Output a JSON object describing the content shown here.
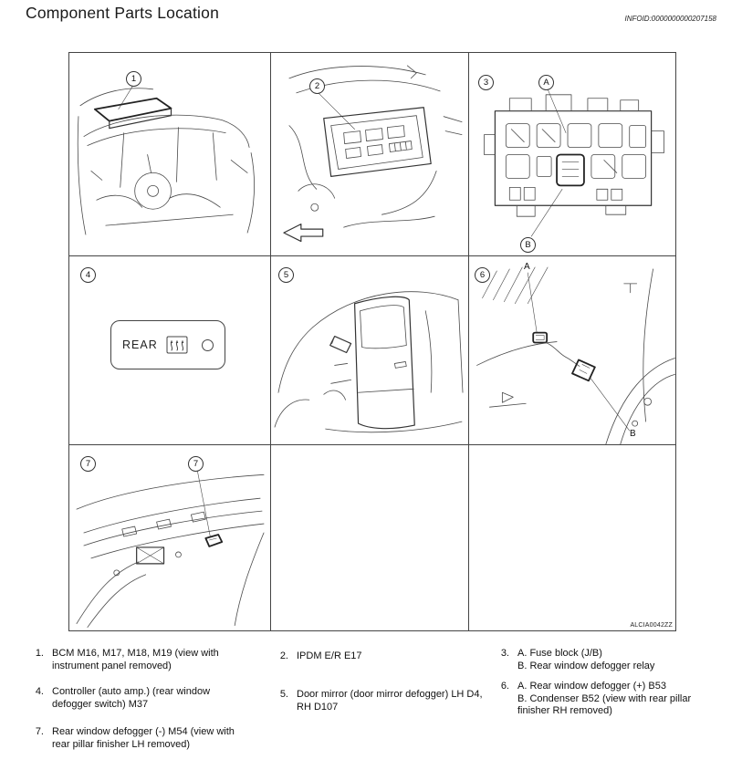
{
  "page": {
    "title": "Component Parts Location",
    "infoid": "INFOID:0000000000207158",
    "figure_code": "ALCIA0042ZZ"
  },
  "callouts": {
    "c1": "1",
    "c2": "2",
    "c3": "3",
    "c4": "4",
    "c5": "5",
    "c6": "6",
    "c7": "7",
    "a": "A",
    "b": "B"
  },
  "panel4": {
    "switch_label": "REAR"
  },
  "panel6": {
    "label_a": "A",
    "label_b": "B"
  },
  "legend": {
    "items": [
      {
        "num": "1.",
        "text": "BCM M16, M17, M18, M19 (view with instrument panel removed)"
      },
      {
        "num": "2.",
        "text": "IPDM E/R E17"
      },
      {
        "num": "3.",
        "line1": "A. Fuse block (J/B)",
        "line2": "B. Rear window defogger relay"
      },
      {
        "num": "4.",
        "text": "Controller (auto amp.) (rear window defogger switch) M37"
      },
      {
        "num": "5.",
        "text": "Door mirror (door mirror defogger) LH D4, RH D107"
      },
      {
        "num": "6.",
        "line1": "A. Rear window defogger (+) B53",
        "line2": "B. Condenser B52 (view with rear pillar finisher RH removed)"
      },
      {
        "num": "7.",
        "text": "Rear window defogger (-) M54 (view with rear pillar finisher LH removed)"
      }
    ]
  }
}
